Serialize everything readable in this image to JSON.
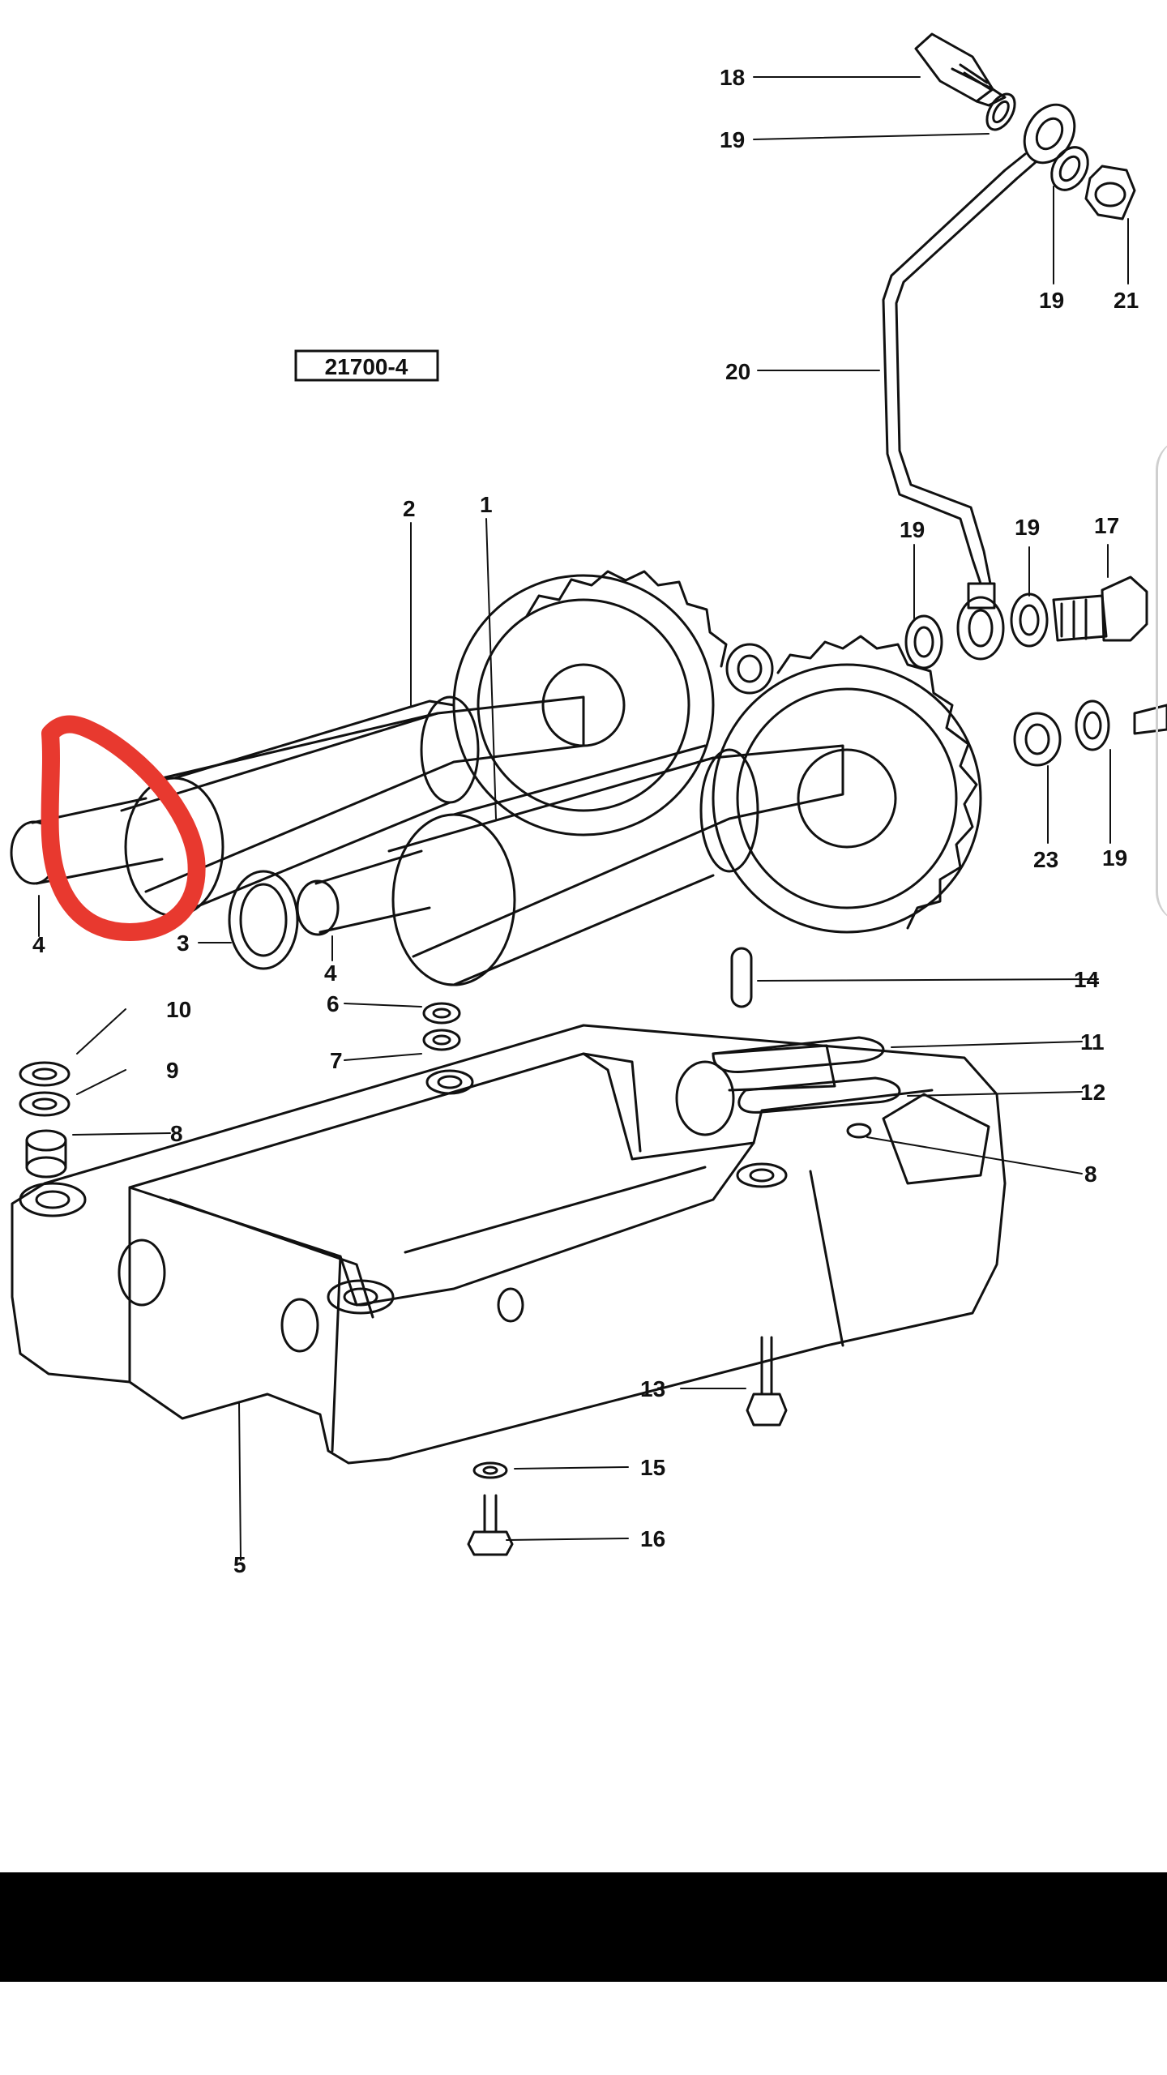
{
  "diagram": {
    "reference": "21700-4",
    "labels": [
      {
        "id": "l18",
        "text": "18"
      },
      {
        "id": "l19a",
        "text": "19"
      },
      {
        "id": "l19b",
        "text": "19"
      },
      {
        "id": "l21",
        "text": "21"
      },
      {
        "id": "l20",
        "text": "20"
      },
      {
        "id": "l2",
        "text": "2"
      },
      {
        "id": "l1",
        "text": "1"
      },
      {
        "id": "l19c",
        "text": "19"
      },
      {
        "id": "l19d",
        "text": "19"
      },
      {
        "id": "l17",
        "text": "17"
      },
      {
        "id": "l23",
        "text": "23"
      },
      {
        "id": "l19e",
        "text": "19"
      },
      {
        "id": "l4a",
        "text": "4"
      },
      {
        "id": "l3",
        "text": "3"
      },
      {
        "id": "l4b",
        "text": "4"
      },
      {
        "id": "l14",
        "text": "14"
      },
      {
        "id": "l10",
        "text": "10"
      },
      {
        "id": "l6",
        "text": "6"
      },
      {
        "id": "l9",
        "text": "9"
      },
      {
        "id": "l7",
        "text": "7"
      },
      {
        "id": "l11",
        "text": "11"
      },
      {
        "id": "l12",
        "text": "12"
      },
      {
        "id": "l8a",
        "text": "8"
      },
      {
        "id": "l8b",
        "text": "8"
      },
      {
        "id": "l13",
        "text": "13"
      },
      {
        "id": "l15",
        "text": "15"
      },
      {
        "id": "l16",
        "text": "16"
      },
      {
        "id": "l5",
        "text": "5"
      }
    ],
    "annotation_color": "#e8392f",
    "line_color": "#111111"
  }
}
